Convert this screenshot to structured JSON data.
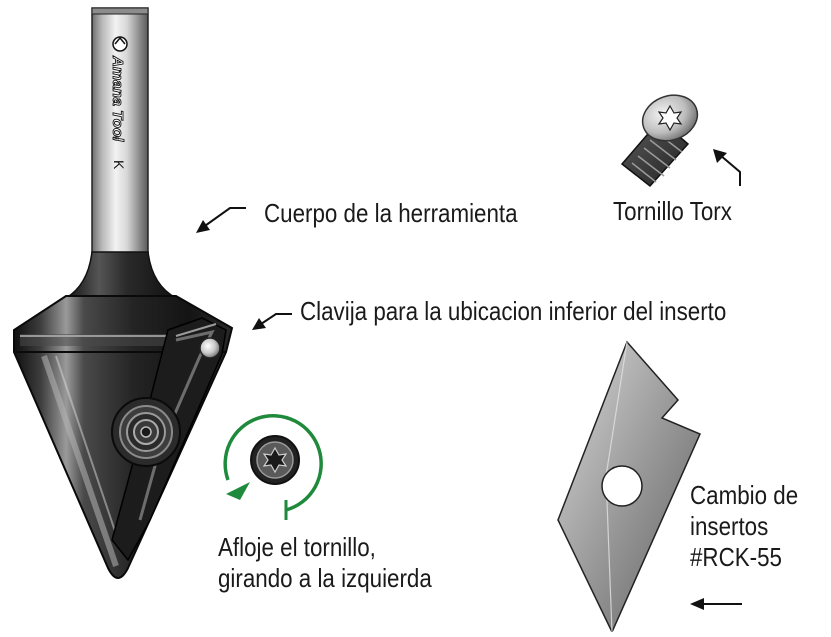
{
  "labels": {
    "tool_body": "Cuerpo de la herramienta",
    "torx_screw": "Tornillo Torx",
    "pin": "Clavija para la ubicacion inferior del inserto",
    "loosen_line1": "Afloje el tornillo,",
    "loosen_line2": "girando a la izquierda",
    "insert_line1": "Cambio de",
    "insert_line2": "insertos",
    "insert_line3": "#RCK-55"
  },
  "shank_marking": {
    "brand": "Amana Tool",
    "registered": "®",
    "mark": "K"
  },
  "colors": {
    "rotation_arrow": "#1f8a3c",
    "tool_dark": "#1e1e1e",
    "insert_gray": "#8e8e8e"
  },
  "icons": [
    "torx-screw-icon",
    "rotate-counterclockwise-icon",
    "carbide-insert-icon",
    "router-bit-icon"
  ]
}
